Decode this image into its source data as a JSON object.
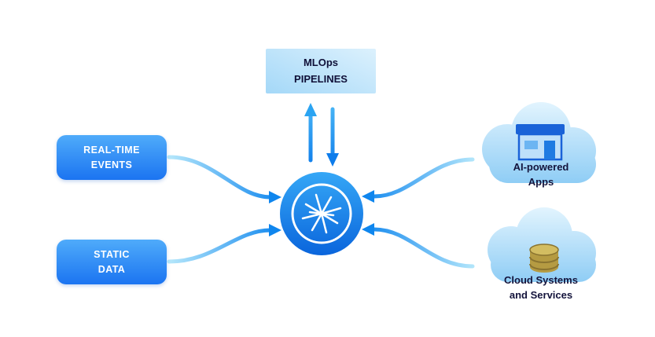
{
  "diagram": {
    "mlops": {
      "line1": "MLOps",
      "line2": "PIPELINES"
    },
    "sources": [
      {
        "line1": "REAL-TIME",
        "line2": "EVENTS"
      },
      {
        "line1": "STATIC",
        "line2": "DATA"
      }
    ],
    "destinations": [
      {
        "line1": "AI-powered",
        "line2": "Apps",
        "icon": "app-window-icon"
      },
      {
        "line1": "Cloud Systems",
        "line2": "and Services",
        "icon": "database-icon"
      }
    ],
    "center": {
      "icon": "confluent-starburst-icon"
    },
    "icons": [
      "cloud-icon",
      "app-window-icon",
      "database-icon",
      "confluent-starburst-icon",
      "arrow-up-icon",
      "arrow-down-icon"
    ],
    "colors": {
      "source_box_top": "#4fabfa",
      "source_box_bottom": "#1b74f1",
      "mlops_panel_top": "#dcf1fd",
      "mlops_panel_bottom": "#a4d8f8",
      "arrow_dark": "#0f86ee",
      "arrow_light": "#b5e7fb",
      "circle_top": "#35a7f6",
      "circle_bottom": "#0a65dc",
      "cloud_top": "#e2f4fe",
      "cloud_bottom": "#8fcdf5",
      "dark_label": "#14143c",
      "white": "#ffffff"
    }
  }
}
